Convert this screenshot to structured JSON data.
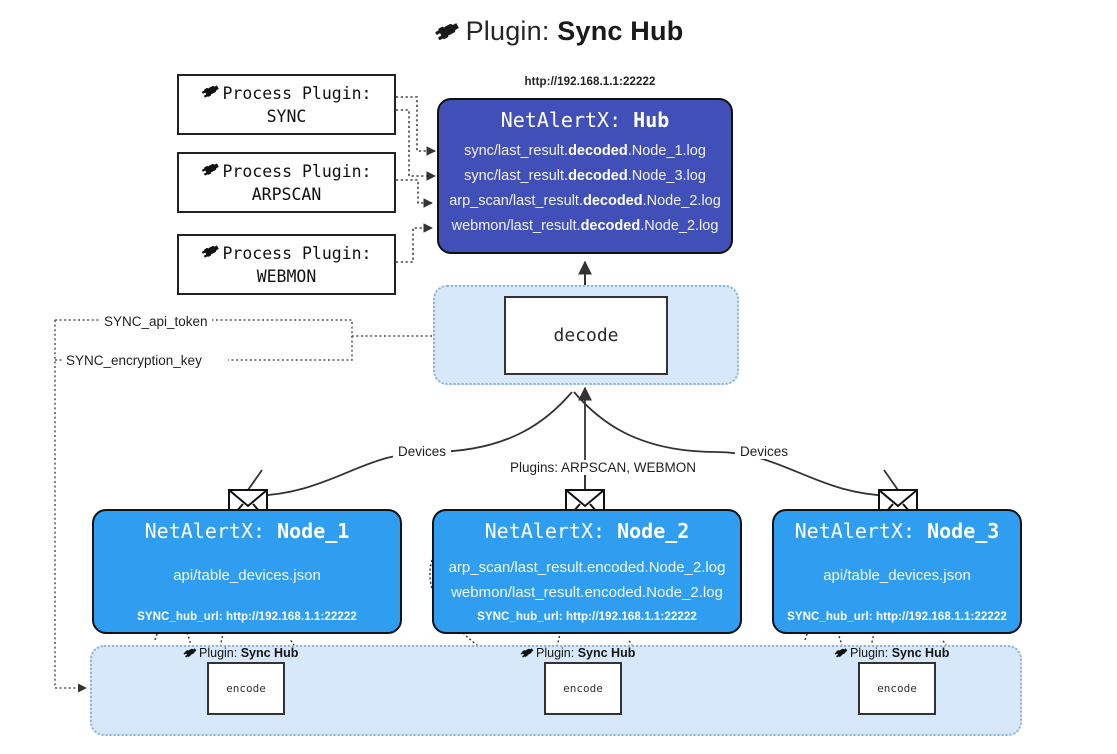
{
  "title": {
    "icon": "plug-icon",
    "lead": "Plugin: ",
    "strong": "Sync Hub"
  },
  "process_plugins": [
    {
      "icon": "plug-icon",
      "line1": "Process Plugin:",
      "line2": "SYNC"
    },
    {
      "icon": "plug-icon",
      "line1": "Process Plugin:",
      "line2": "ARPSCAN"
    },
    {
      "icon": "plug-icon",
      "line1": "Process Plugin:",
      "line2": "WEBMON"
    }
  ],
  "hub": {
    "url": "http://192.168.1.1:22222",
    "title_prefix": "NetAlertX: ",
    "title_name": "Hub",
    "logs": [
      {
        "pre": "sync/last_result.",
        "mid": "decoded",
        "post": ".Node_1.log"
      },
      {
        "pre": "sync/last_result.",
        "mid": "decoded",
        "post": ".Node_3.log"
      },
      {
        "pre": "arp_scan/last_result.",
        "mid": "decoded",
        "post": ".Node_2.log"
      },
      {
        "pre": "webmon/last_result.",
        "mid": "decoded",
        "post": ".Node_2.log"
      }
    ],
    "color": "#4150b8"
  },
  "decode": {
    "box_label": "decode",
    "zone_color": "#d6e8f9",
    "zone_border": "#8fb4d4"
  },
  "keys": {
    "api_token": "SYNC_api_token",
    "encryption_key": "SYNC_encryption_key"
  },
  "edge_labels": {
    "devices_left": "Devices",
    "devices_right": "Devices",
    "plugins_middle": "Plugins: ARPSCAN, WEBMON"
  },
  "nodes": [
    {
      "icon": "envelope-icon",
      "title_prefix": "NetAlertX: ",
      "title_name": "Node_1",
      "lines": [
        "api/table_devices.json"
      ],
      "footer": "SYNC_hub_url: http://192.168.1.1:22222",
      "color": "#2f9ef0"
    },
    {
      "icon": "envelope-icon",
      "title_prefix": "NetAlertX: ",
      "title_name": "Node_2",
      "lines": [
        "arp_scan/last_result.encoded.Node_2.log",
        "webmon/last_result.encoded.Node_2.log"
      ],
      "footer": "SYNC_hub_url: http://192.168.1.1:22222",
      "color": "#2f9ef0"
    },
    {
      "icon": "envelope-icon",
      "title_prefix": "NetAlertX: ",
      "title_name": "Node_3",
      "lines": [
        "api/table_devices.json"
      ],
      "footer": "SYNC_hub_url: http://192.168.1.1:22222",
      "color": "#2f9ef0"
    }
  ],
  "encode_zone": {
    "plugin_label_lead": "Plugin: ",
    "plugin_label_strong": "Sync Hub",
    "box_label": "encode",
    "zone_color": "#d6e8f9",
    "zone_border": "#8fb4d4"
  }
}
